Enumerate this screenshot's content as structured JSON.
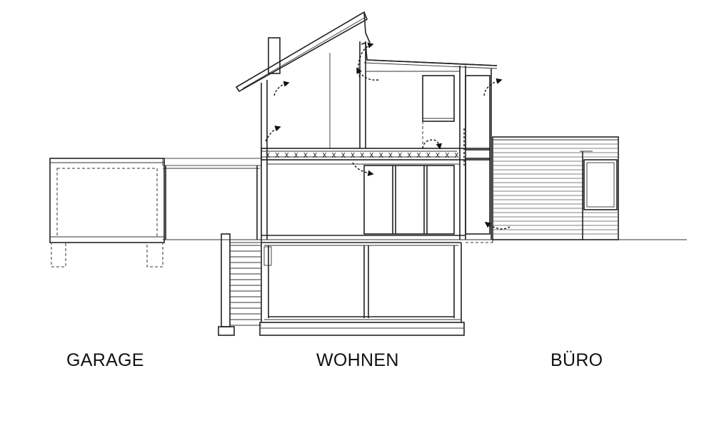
{
  "labels": {
    "garage": "GARAGE",
    "wohnen": "WOHNEN",
    "buero": "BÜRO"
  }
}
